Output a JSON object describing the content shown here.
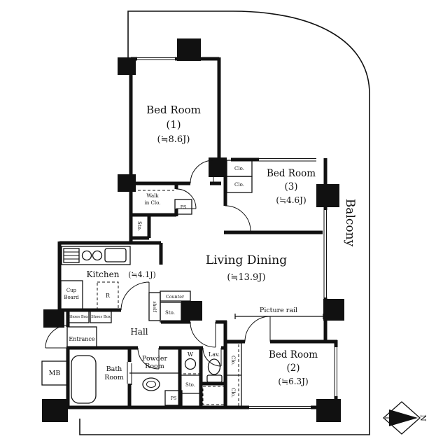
{
  "rooms": {
    "bedroom1": {
      "name": "Bed Room",
      "num": "(1)",
      "size": "(≒8.6J)"
    },
    "bedroom3": {
      "name": "Bed Room",
      "num": "(3)",
      "size": "(≒4.6J)"
    },
    "living": {
      "name": "Living Dining",
      "size": "(≒13.9J)"
    },
    "kitchen": {
      "name": "Kitchen",
      "size": "(≒4.1J)"
    },
    "bedroom2": {
      "name": "Bed Room",
      "num": "(2)",
      "size": "(≒6.3J)"
    },
    "hall": {
      "name": "Hall"
    },
    "powder_room": {
      "line1": "Powder",
      "line2": "Room"
    },
    "bath_room": {
      "line1": "Bath",
      "line2": "Room"
    },
    "lavatory": {
      "name": "Lav."
    },
    "entrance": {
      "name": "Entrance"
    },
    "balcony": {
      "name": "Balcony"
    },
    "meter_box": {
      "name": "MB"
    }
  },
  "fixtures": {
    "walk_in_closet_line1": "Walk",
    "walk_in_closet_line2": "in Clo.",
    "closet": "Clo.",
    "storage": "Sto.",
    "pipe_space": "PS",
    "cup_board_line1": "Cup",
    "cup_board_line2": "Board",
    "shoes_box": "Shoes Box",
    "counter": "Counter",
    "shelf": "shelf",
    "picture_rail": "Picture rail",
    "washing_machine": "W",
    "refrigerator": "R",
    "compass_north": "N"
  }
}
